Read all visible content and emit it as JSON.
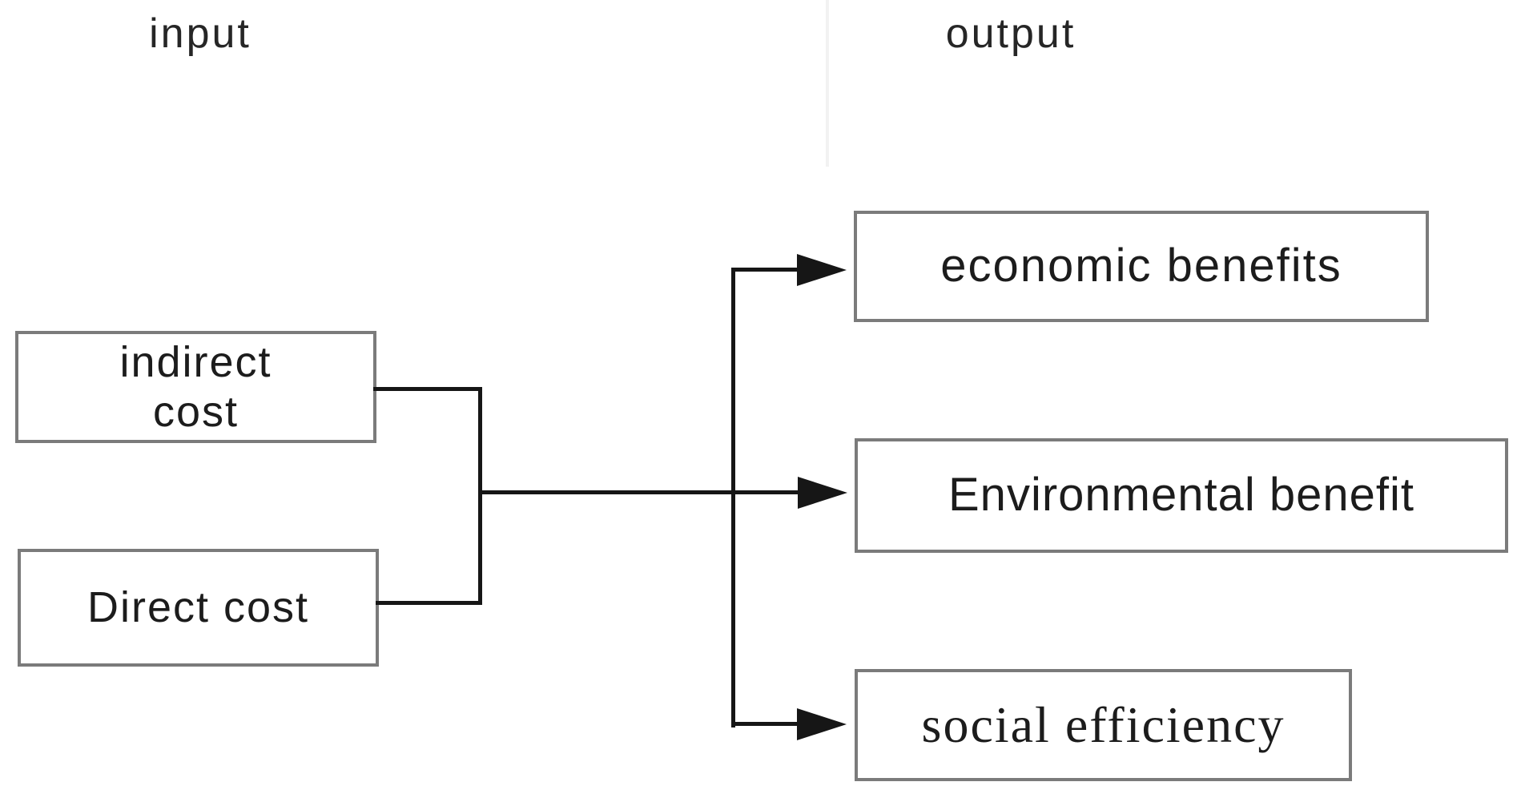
{
  "diagram": {
    "headers": {
      "input": "input",
      "output": "output"
    },
    "input_nodes": {
      "indirect": {
        "label": "indirect cost",
        "line1": "indirect",
        "line2": "cost"
      },
      "direct": {
        "label": "Direct cost"
      }
    },
    "output_nodes": {
      "economic": {
        "label": "economic benefits"
      },
      "environmental": {
        "label": "Environmental benefit"
      },
      "social": {
        "label": "social efficiency"
      }
    },
    "connections": [
      {
        "from": "indirect cost",
        "to": "economic benefits"
      },
      {
        "from": "indirect cost",
        "to": "Environmental benefit"
      },
      {
        "from": "indirect cost",
        "to": "social efficiency"
      },
      {
        "from": "Direct cost",
        "to": "economic benefits"
      },
      {
        "from": "Direct cost",
        "to": "Environmental benefit"
      },
      {
        "from": "Direct cost",
        "to": "social efficiency"
      }
    ],
    "colors": {
      "background": "#ffffff",
      "box_border": "#7b7b7b",
      "line": "#161616",
      "text": "#1c1c1c"
    }
  }
}
